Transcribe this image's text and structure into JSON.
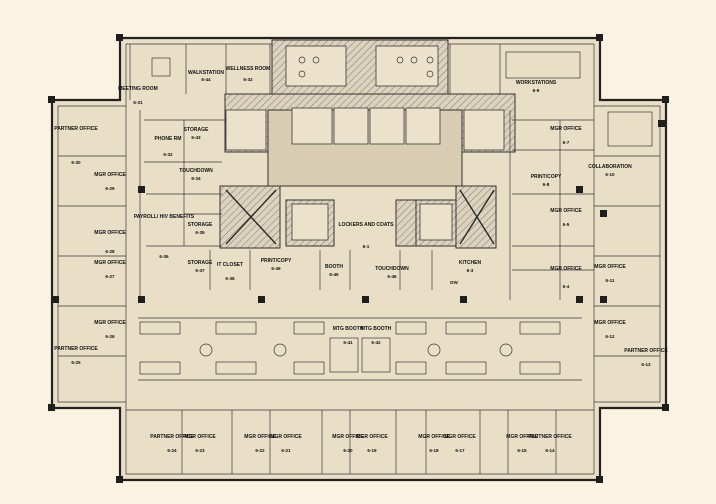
{
  "colors": {
    "background": "#fbf3e1",
    "floor": "#e9dec6",
    "core_hatch": "#8a8a8a",
    "ink": "#1e1e1e"
  },
  "rooms": [
    {
      "id": "r644",
      "name": "WALKSTATION",
      "num": "6-44"
    },
    {
      "id": "r632a",
      "name": "WELLNESS ROOM",
      "num": "6-32"
    },
    {
      "id": "r631",
      "name": "MEETING ROOM",
      "num": "6-31"
    },
    {
      "id": "r643",
      "name": "STORAGE",
      "num": "6-43"
    },
    {
      "id": "r632b",
      "name": "PHONE RM",
      "num": "6-32"
    },
    {
      "id": "r634",
      "name": "TOUCHDOWN",
      "num": "6-34"
    },
    {
      "id": "r630",
      "name": "PARTNER OFFICE",
      "num": "6-30"
    },
    {
      "id": "r629",
      "name": "MGR OFFICE",
      "num": "6-29"
    },
    {
      "id": "r628",
      "name": "MGR OFFICE",
      "num": "6-28"
    },
    {
      "id": "r627",
      "name": "MGR OFFICE",
      "num": "6-27"
    },
    {
      "id": "r626",
      "name": "MGR OFFICE",
      "num": "6-26"
    },
    {
      "id": "r625",
      "name": "PARTNER OFFICE",
      "num": "6-25"
    },
    {
      "id": "r636",
      "name": "PAYROLL/ HIV BENEFITS",
      "num": "6-36"
    },
    {
      "id": "r635",
      "name": "STORAGE",
      "num": "6-35"
    },
    {
      "id": "r637",
      "name": "STORAGE",
      "num": "6-37"
    },
    {
      "id": "r638",
      "name": "IT CLOSET",
      "num": "6-38"
    },
    {
      "id": "r649",
      "name": "PRINT/COPY",
      "num": "6-49"
    },
    {
      "id": "r645",
      "name": "BOOTH",
      "num": "6-45"
    },
    {
      "id": "r61",
      "name": "LOCKERS AND COATS",
      "num": "6-1"
    },
    {
      "id": "r646",
      "name": "TOUCHDOWN",
      "num": "6-46"
    },
    {
      "id": "r63",
      "name": "KITCHEN",
      "num": "6-3"
    },
    {
      "id": "r641",
      "name": "MTG BOOTH",
      "num": "6-41"
    },
    {
      "id": "r642",
      "name": "MTG BOOTH",
      "num": "6-42"
    },
    {
      "id": "r69",
      "name": "WORKSTATIONS",
      "num": "6-9"
    },
    {
      "id": "r67",
      "name": "MGR OFFICE",
      "num": "6-7"
    },
    {
      "id": "r610",
      "name": "COLLABORATION",
      "num": "6-10"
    },
    {
      "id": "r68",
      "name": "PRINT/COPY",
      "num": "6-8"
    },
    {
      "id": "r65",
      "name": "MGR OFFICE",
      "num": "6-5"
    },
    {
      "id": "r64",
      "name": "MGR OFFICE",
      "num": "6-4"
    },
    {
      "id": "r611",
      "name": "MGR OFFICE",
      "num": "6-11"
    },
    {
      "id": "r612",
      "name": "MGR OFFICE",
      "num": "6-12"
    },
    {
      "id": "r613",
      "name": "PARTNER OFFICE",
      "num": "6-13"
    },
    {
      "id": "r624",
      "name": "PARTNER OFFICE",
      "num": "6-24"
    },
    {
      "id": "r623",
      "name": "MGR OFFICE",
      "num": "6-23"
    },
    {
      "id": "r622",
      "name": "MGR OFFICE",
      "num": "6-22"
    },
    {
      "id": "r621",
      "name": "MGR OFFICE",
      "num": "6-21"
    },
    {
      "id": "r620",
      "name": "MGR OFFICE",
      "num": "6-20"
    },
    {
      "id": "r619",
      "name": "MGR OFFICE",
      "num": "6-19"
    },
    {
      "id": "r618",
      "name": "MGR OFFICE",
      "num": "6-18"
    },
    {
      "id": "r617",
      "name": "MGR OFFICE",
      "num": "6-17"
    },
    {
      "id": "r615",
      "name": "MGR OFFICE",
      "num": "6-15"
    },
    {
      "id": "r614",
      "name": "PARTNER OFFICE",
      "num": "6-14"
    }
  ],
  "annotations": {
    "dw": "DW"
  }
}
